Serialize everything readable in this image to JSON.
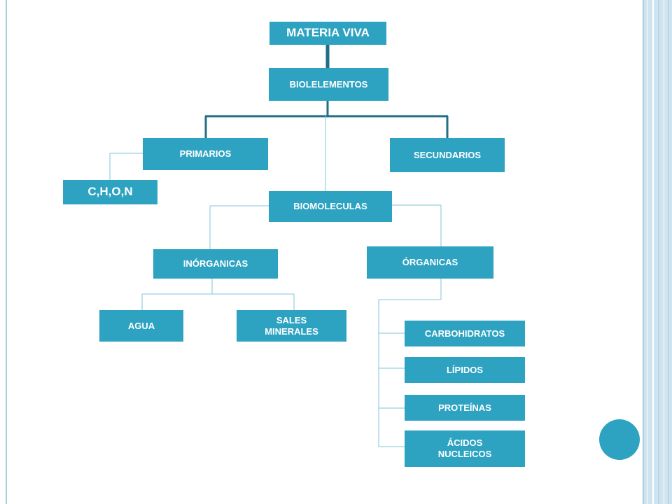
{
  "diagram": {
    "root": "MATERIA VIVA",
    "bioelementos": "BIOLELEMENTOS",
    "primarios": "PRIMARIOS",
    "secundarios": "SECUNDARIOS",
    "chon": "C,H,O,N",
    "biomoleculas": "BIOMOLECULAS",
    "inorganicas": "INÓRGANICAS",
    "organicas": "ÓRGANICAS",
    "agua": "AGUA",
    "sales_minerales": "SALES\nMINERALES",
    "carbohidratos": "CARBOHIDRATOS",
    "lipidos": "LÍPIDOS",
    "proteinas": "PROTEÍNAS",
    "acidos_nucleicos": "ÁCIDOS\nNUCLEICOS"
  },
  "colors": {
    "box": "#2ea3c1",
    "connector_dark": "#216f86",
    "connector_light": "#7fc5d8",
    "frame": "#cfe4ee"
  }
}
